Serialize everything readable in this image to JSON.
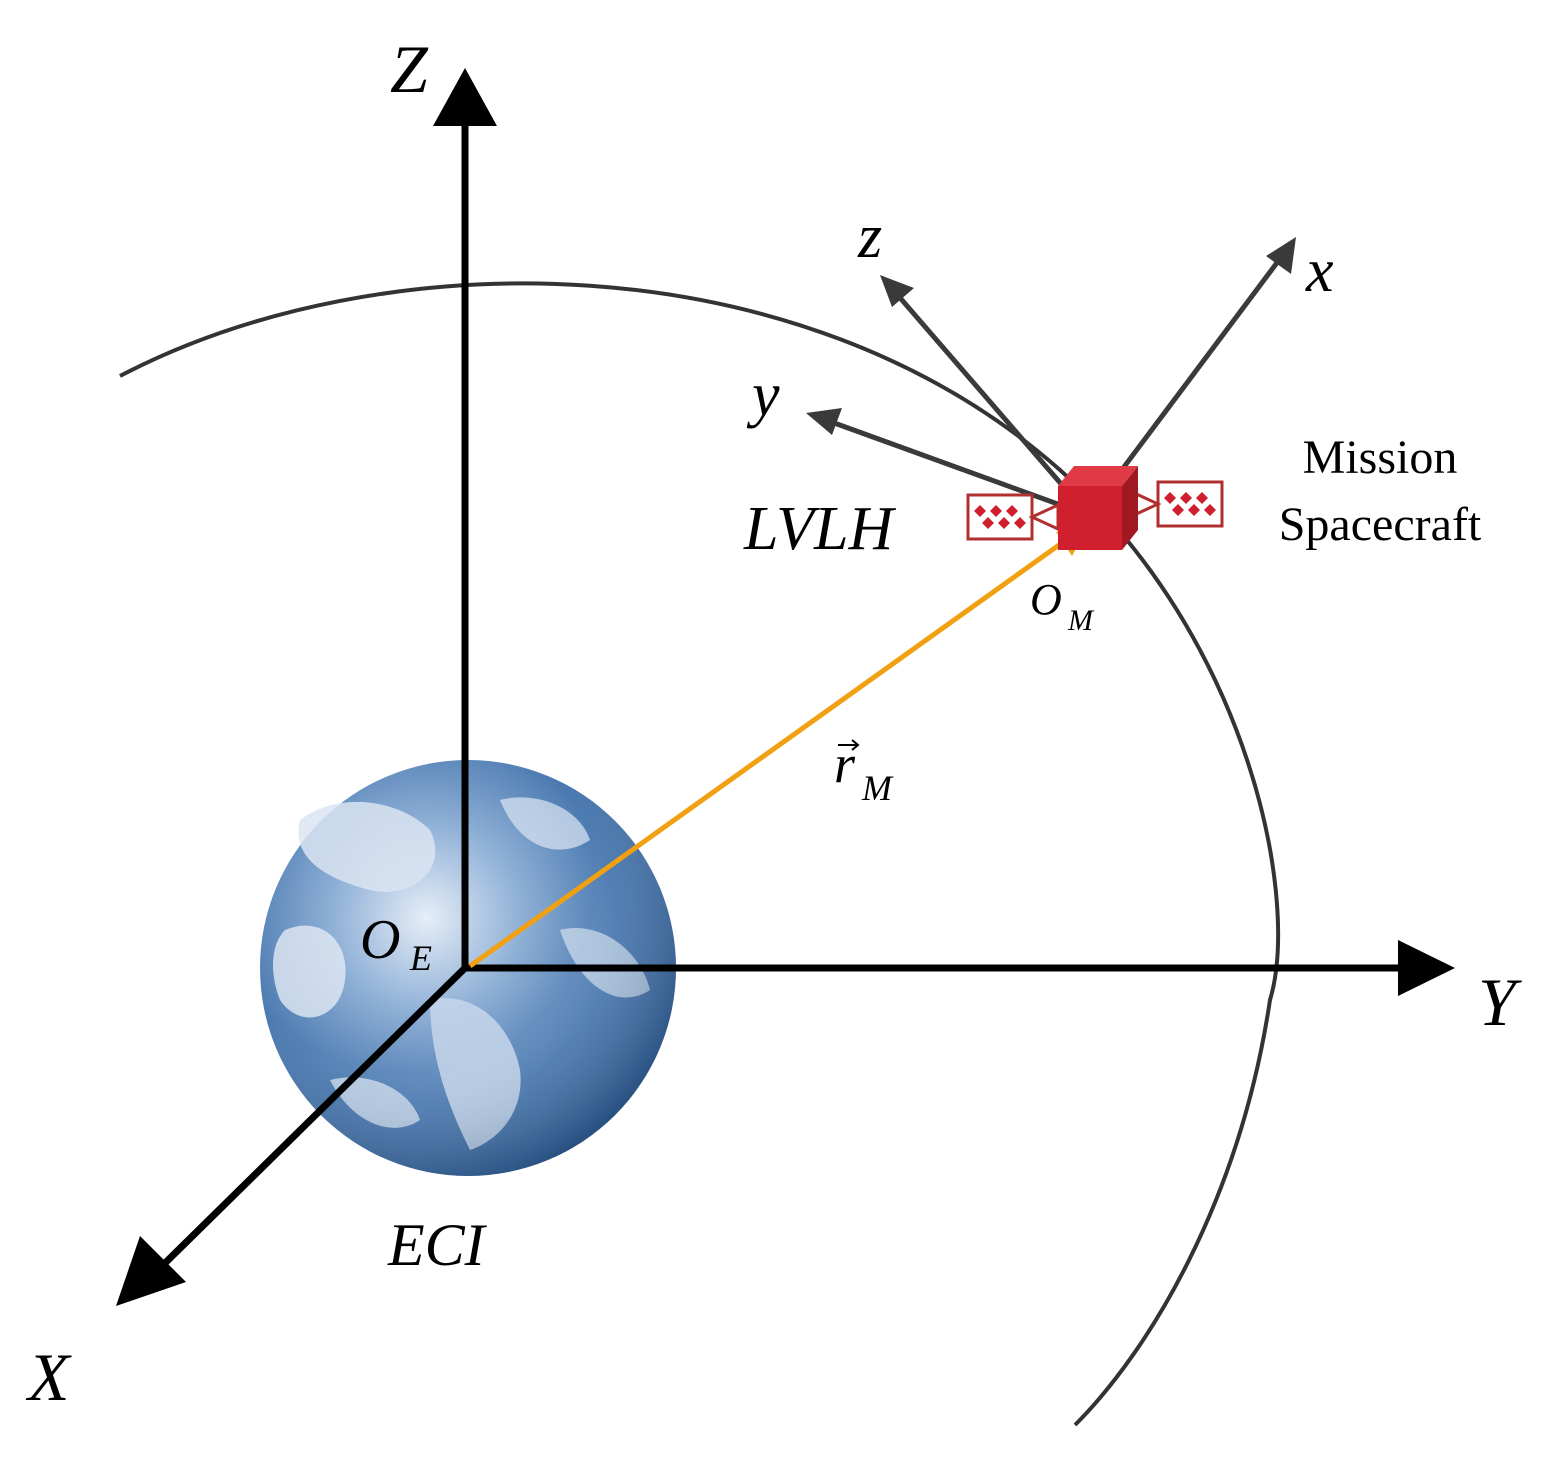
{
  "labels": {
    "eci_z": "Z",
    "eci_y": "Y",
    "eci_x": "X",
    "eci_frame": "ECI",
    "origin_earth": "O",
    "origin_earth_sub": "E",
    "lvlh_frame": "LVLH",
    "lvlh_x": "x",
    "lvlh_y": "y",
    "lvlh_z": "z",
    "origin_mission": "O",
    "origin_mission_sub": "M",
    "position_vector": "r",
    "position_vector_sub": "M",
    "spacecraft_line1": "Mission",
    "spacecraft_line2": "Spacecraft"
  },
  "colors": {
    "eci_axes": "#000000",
    "lvlh_axes": "#3a3a3a",
    "orbit": "#333333",
    "position_vector": "#f0a010",
    "spacecraft_body": "#d0202e",
    "solar_panel": "#b03030",
    "earth_ocean": "#3f6fa8",
    "earth_land": "#cfdcec"
  },
  "icons": {
    "earth": "earth-globe-icon",
    "spacecraft": "satellite-icon"
  }
}
